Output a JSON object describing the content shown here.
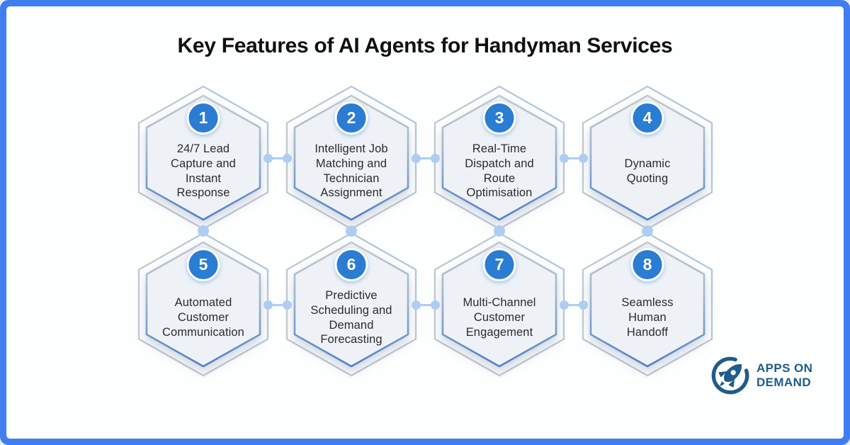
{
  "title": "Key Features of AI Agents for Handyman Services",
  "features": [
    {
      "number": "1",
      "title": "24/7 Lead\nCapture and\nInstant\nResponse"
    },
    {
      "number": "2",
      "title": "Intelligent Job\nMatching and\nTechnician\nAssignment"
    },
    {
      "number": "3",
      "title": "Real-Time\nDispatch and\nRoute\nOptimisation"
    },
    {
      "number": "4",
      "title": "Dynamic\nQuoting"
    },
    {
      "number": "5",
      "title": "Automated\nCustomer\nCommunication"
    },
    {
      "number": "6",
      "title": "Predictive\nScheduling and\nDemand\nForecasting"
    },
    {
      "number": "7",
      "title": "Multi-Channel\nCustomer\nEngagement"
    },
    {
      "number": "8",
      "title": "Seamless\nHuman\nHandoff"
    }
  ],
  "logo": {
    "line1": "APPS ON",
    "line2": "DEMAND"
  },
  "colors": {
    "frame_blue": "#3e7ef0",
    "badge_blue": "#2b7cd3",
    "connector_blue": "#aecdf1",
    "hex_fill": "#eef2f7",
    "stroke_gray": "#c3c9d1",
    "stroke_blue": "#4b80c8",
    "stroke_light_blue": "#a9c8ea",
    "text_dark": "#2b2b2b",
    "title_dark": "#101010",
    "logo_blue": "#1f5c8b"
  }
}
